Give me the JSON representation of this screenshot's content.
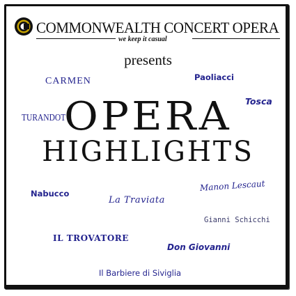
{
  "header": {
    "org_name": "COMMONWEALTH CONCERT OPERA",
    "tagline": "we keep it casual",
    "logo": "cco-logo-icon"
  },
  "presents": "presents",
  "title": {
    "line1": "OPERA",
    "line2": "HIGHLIGHTS"
  },
  "operas": {
    "carmen": "CARMEN",
    "pagliacci": "Paoliacci",
    "tosca": "Tosca",
    "turandot": "TURANDOT",
    "nabucco": "Nabucco",
    "traviata": "La Traviata",
    "manon": "Manon Lescaut",
    "gianni": "Gianni Schicchi",
    "trovatore": "IL TROVATORE",
    "giovanni": "Don Giovanni",
    "barbiere": "Il Barbiere di Siviglia"
  },
  "colors": {
    "opera_titles": "#23238e",
    "text": "#111111",
    "background": "#ffffff",
    "logo_accent": "#c8a400"
  }
}
